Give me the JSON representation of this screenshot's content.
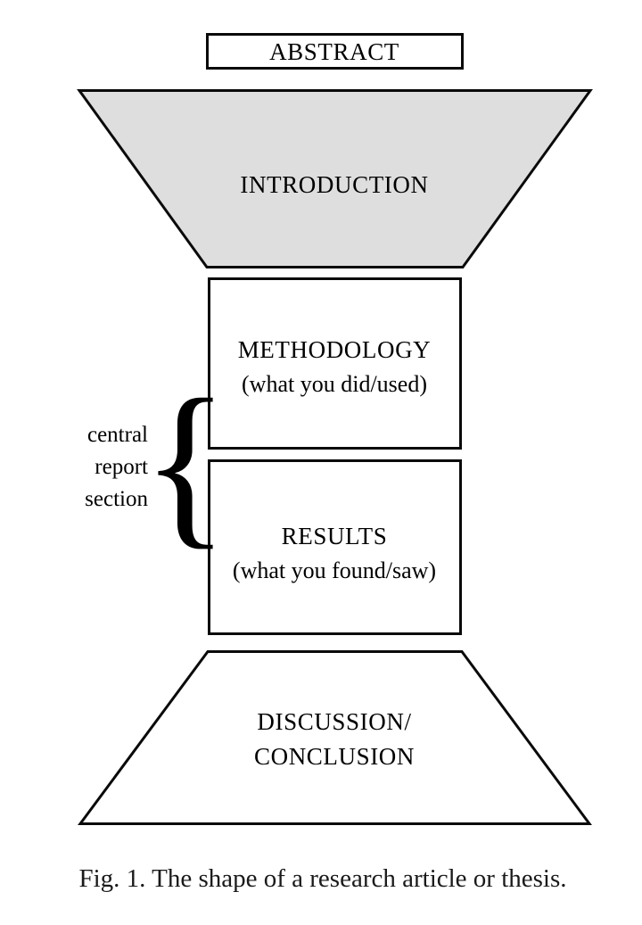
{
  "figure": {
    "caption": "Fig. 1. The shape of a research article or thesis.",
    "sections": {
      "abstract": {
        "label": "ABSTRACT",
        "shape": "rectangle",
        "fill_color": "#ffffff"
      },
      "introduction": {
        "label": "INTRODUCTION",
        "shape": "inverted-trapezoid",
        "fill_color": "#dedede"
      },
      "methodology": {
        "label": "METHODOLOGY",
        "sublabel": "(what you did/used)",
        "shape": "rectangle",
        "fill_color": "#ffffff"
      },
      "results": {
        "label": "RESULTS",
        "sublabel": "(what you found/saw)",
        "shape": "rectangle",
        "fill_color": "#ffffff"
      },
      "discussion": {
        "label_line1": "DISCUSSION/",
        "label_line2": "CONCLUSION",
        "shape": "trapezoid",
        "fill_color": "#ffffff"
      }
    },
    "annotation": {
      "brace_glyph": "{",
      "label_line1": "central",
      "label_line2": "report",
      "label_line3": "section"
    },
    "colors": {
      "outline": "#0a0a0a",
      "shaded": "#dedede",
      "text": "#000000",
      "background": "#ffffff"
    }
  }
}
